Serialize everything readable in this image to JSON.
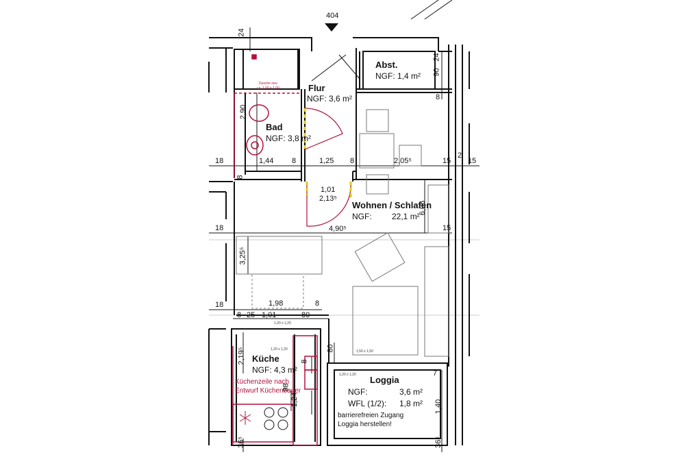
{
  "marker": "404",
  "rooms": {
    "abst": {
      "name": "Abst.",
      "ngf": "NGF: 1,4 m²"
    },
    "flur": {
      "name": "Flur",
      "ngf": "NGF: 3,6 m²"
    },
    "bad": {
      "name": "Bad",
      "ngf": "NGF: 3,8 m²"
    },
    "wohnen": {
      "name": "Wohnen / Schlafen",
      "ngf_label": "NGF:",
      "ngf_value": "22,1 m²"
    },
    "kueche": {
      "name": "Küche",
      "ngf": "NGF: 4,3 m²",
      "note_line1": "Küchenzeile nach",
      "note_line2": "Entwurf Küchenbauer"
    },
    "loggia": {
      "name": "Loggia",
      "ngf_label": "NGF:",
      "ngf_value": "3,6 m²",
      "wfl_label": "WFL (1/2):",
      "wfl_value": "1,8 m²",
      "note_line1": "barrierefreien Zugang",
      "note_line2": "Loggia herstellen!"
    }
  },
  "shower_note": {
    "line1": "Dusche neu",
    "line2": "ca. 1.00 x 1.00"
  },
  "small_labels": {
    "k1": "1,20 x 1,20",
    "k2": "1,20 x 1,20",
    "l1": "1,20 x 1,20",
    "t1": "1,50 x 1,50"
  },
  "dims": {
    "d24a": "24",
    "d24b": "24",
    "d90": "90",
    "d8a": "8",
    "d290": "2,90",
    "d18a": "18",
    "d144": "1,44",
    "d8b": "8",
    "d125": "1,25",
    "d8c": "8",
    "d205": "2,05⁵",
    "d15a": "15",
    "d2": "2",
    "d15b": "15",
    "d8d": "8",
    "d101a": "1,01",
    "d213": "2,13⁵",
    "d606": "6,06",
    "d18b": "18",
    "d490": "4,90⁵",
    "d15c": "15",
    "d325": "3,25⁵",
    "d18c": "18",
    "d198": "1,98",
    "d8e": "8",
    "d8f": "8",
    "d25": "25",
    "d101b": "1,01",
    "d80a": "80",
    "d219": "2,19⁵",
    "d80b": "80",
    "d8g": "8",
    "d98": "98",
    "d124": "1,24",
    "d7": "7",
    "d140": "1,40",
    "d365a": "36⁵",
    "d365b": "36⁵"
  }
}
